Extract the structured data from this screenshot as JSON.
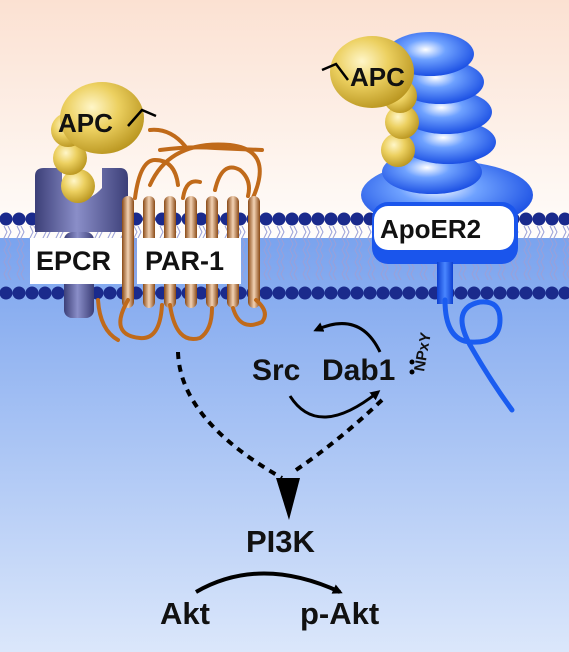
{
  "labels": {
    "apc_left": "APC",
    "apc_right": "APC",
    "epcr": "EPCR",
    "par1": "PAR-1",
    "apoer2": "ApoER2",
    "src": "Src",
    "dab1": "Dab1",
    "npxy": "NPxY",
    "pi3k": "PI3K",
    "akt": "Akt",
    "p_akt": "p-Akt"
  },
  "colors": {
    "extracellular_top": "#fbe3d6",
    "extracellular_bottom": "#fffbf7",
    "cytoplasm_top": "#7ea7ef",
    "cytoplasm_bottom": "#d6e4fa",
    "membrane_head": "#1a2a8c",
    "apc_gold": "#e8c84a",
    "par1_brown": "#c06a1a",
    "epcr_slate": "#6a6ea8",
    "apoer2_blue": "#1a5cf0",
    "arrow": "#000000"
  }
}
